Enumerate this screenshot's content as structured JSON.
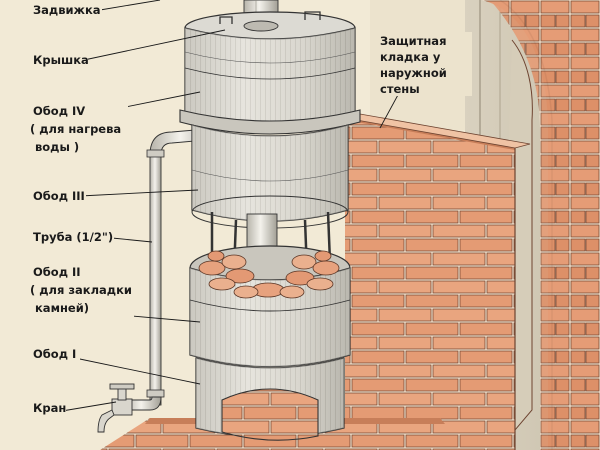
{
  "labels": {
    "valve": "Задвижка",
    "lid": "Крышка",
    "rim4_title": "Обод IV",
    "rim4_note_1": "( для нагрева",
    "rim4_note_2": "воды )",
    "rim3": "Обод III",
    "pipe": "Труба (1/2\")",
    "rim2_title": "Обод II",
    "rim2_note_1": "( для закладки",
    "rim2_note_2": "камней)",
    "rim1": "Обод I",
    "tap": "Кран",
    "wall_1": "Защитная",
    "wall_2": "кладка у",
    "wall_3": "наружной",
    "wall_4": "стены"
  },
  "colors": {
    "paper": "#f2ead6",
    "brick": "#e9a57f",
    "brick_dark": "#d98a62",
    "mortar": "#f6e6d2",
    "steel": "#d8d6cf",
    "steel_shadow": "#a9a69c",
    "ink": "#1a1a1a",
    "stone": "#e7a27e"
  }
}
